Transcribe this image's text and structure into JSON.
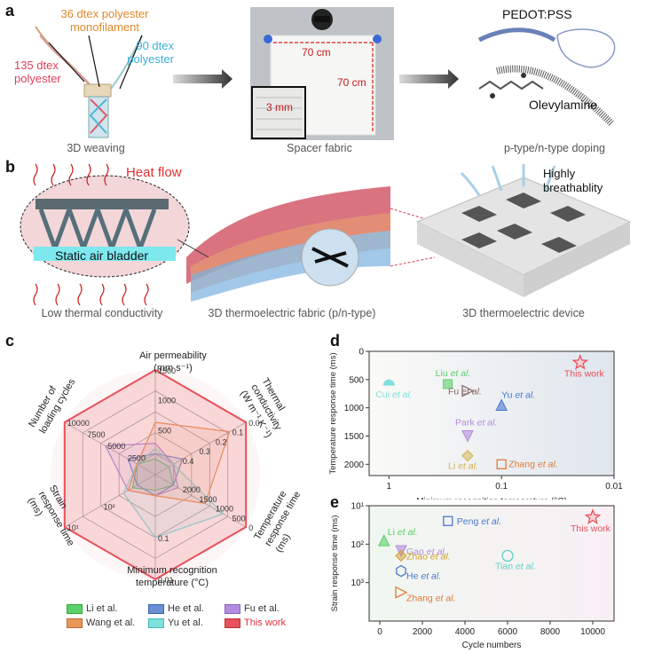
{
  "panel_labels": [
    "a",
    "b",
    "c",
    "d",
    "e"
  ],
  "panel_a": {
    "weave_labels": {
      "mono": "36 dtex polyester monofilament",
      "left": "135 dtex polyester",
      "right": "90 dtex polyester"
    },
    "width": "70 cm",
    "height": "70 cm",
    "gap": "3 mm",
    "doping_p": "PEDOT:PSS",
    "doping_n": "Olevylamine",
    "captions": [
      "3D weaving",
      "Spacer fabric",
      "p-type/n-type doping"
    ]
  },
  "panel_b": {
    "heat": "Heat flow",
    "bladder": "Static air bladder",
    "breath": "Highly breathablity",
    "captions": [
      "Low thermal conductivity",
      "3D thermoelectric fabric (p/n-type)",
      "3D thermoelectric device"
    ]
  },
  "panel_c": {
    "axes": [
      {
        "title": "Air permeability (mm s⁻¹)",
        "ticks": [
          "1500",
          "1000",
          "500"
        ]
      },
      {
        "title": "Thermal conductivity (W m⁻¹ K⁻¹)",
        "ticks": [
          "0.0",
          "0.1",
          "0.2",
          "0.3",
          "0.4"
        ]
      },
      {
        "title": "Temperature response time (ms)",
        "ticks": [
          "0",
          "500",
          "1000",
          "1500",
          "2000"
        ]
      },
      {
        "title": "Minimum recognition temperature (°C)",
        "ticks": [
          "0.01",
          "0.1"
        ]
      },
      {
        "title": "Strain response time (ms)",
        "ticks": [
          "10¹",
          "10²"
        ]
      },
      {
        "title": "Number of loading cycles",
        "ticks": [
          "10000",
          "7500",
          "5000",
          "2500"
        ]
      }
    ],
    "legend": [
      {
        "name": "Li et al.",
        "color": "#5bd16b"
      },
      {
        "name": "He et al.",
        "color": "#6b8fd6"
      },
      {
        "name": "Fu et al.",
        "color": "#b48be0"
      },
      {
        "name": "Wang et al.",
        "color": "#e8965a"
      },
      {
        "name": "Yu et al.",
        "color": "#7fe0dc"
      },
      {
        "name": "This work",
        "color": "#e8505b"
      }
    ]
  },
  "chart_data": [
    {
      "type": "radar",
      "axes": [
        "Air permeability",
        "Thermal conductivity",
        "Temperature response time",
        "Minimum recognition temperature",
        "Strain response time",
        "Number of loading cycles"
      ],
      "series": [
        {
          "name": "This work",
          "values": [
            1.0,
            1.0,
            1.0,
            1.0,
            1.0,
            1.0
          ]
        },
        {
          "name": "Wang et al.",
          "values": [
            0.5,
            0.82,
            0.55,
            0.2,
            0.3,
            0.2
          ]
        },
        {
          "name": "Yu et al.",
          "values": [
            0.25,
            0.2,
            0.75,
            0.6,
            0.35,
            0.2
          ]
        },
        {
          "name": "Fu et al.",
          "values": [
            0.3,
            0.2,
            0.25,
            0.2,
            0.3,
            0.55
          ]
        },
        {
          "name": "He et al.",
          "values": [
            0.2,
            0.3,
            0.2,
            0.2,
            0.2,
            0.3
          ]
        },
        {
          "name": "Li et al.",
          "values": [
            0.15,
            0.15,
            0.2,
            0.15,
            0.25,
            0.2
          ]
        }
      ]
    },
    {
      "type": "scatter",
      "xlabel": "Minimum recognition temperature (°C)",
      "ylabel": "Temperature response time (ms)",
      "xscale": "log-reversed",
      "xlim": [
        1.5,
        0.01
      ],
      "ylim": [
        2200,
        0
      ],
      "xticks": [
        "1",
        "0.1",
        "0.01"
      ],
      "yticks": [
        "0",
        "500",
        "1000",
        "1500",
        "2000"
      ],
      "points": [
        {
          "label": "Cui et al.",
          "x": 1,
          "y": 600,
          "marker": "semicircle",
          "color": "#7fe0dc"
        },
        {
          "label": "Liu et al.",
          "x": 0.3,
          "y": 580,
          "marker": "square-half",
          "color": "#5bd16b"
        },
        {
          "label": "Fu et al.",
          "x": 0.2,
          "y": 700,
          "marker": "triangle-right",
          "color": "#8a6a6a"
        },
        {
          "label": "Yu et al.",
          "x": 0.1,
          "y": 950,
          "marker": "triangle-up",
          "color": "#4a78d0"
        },
        {
          "label": "Park et al.",
          "x": 0.2,
          "y": 1500,
          "marker": "triangle-down",
          "color": "#b48be0"
        },
        {
          "label": "Li et al.",
          "x": 0.2,
          "y": 1850,
          "marker": "diamond",
          "color": "#d4b04a"
        },
        {
          "label": "Zhang et al.",
          "x": 0.1,
          "y": 2000,
          "marker": "square",
          "color": "#e07a3a"
        },
        {
          "label": "This work",
          "x": 0.02,
          "y": 200,
          "marker": "star",
          "color": "#e8505b"
        }
      ]
    },
    {
      "type": "scatter",
      "xlabel": "Cycle numbers",
      "ylabel": "Strain response time (ms)",
      "yscale": "log-reversed",
      "xlim": [
        -500,
        11000
      ],
      "ylim": [
        10,
        10000
      ],
      "xticks": [
        "0",
        "2000",
        "4000",
        "6000",
        "8000",
        "10000"
      ],
      "yticks": [
        "10¹",
        "10²",
        "10³"
      ],
      "points": [
        {
          "label": "Li et al.",
          "x": 200,
          "y": 80,
          "marker": "triangle-up",
          "color": "#5bd16b"
        },
        {
          "label": "Peng et al.",
          "x": 3200,
          "y": 25,
          "marker": "square",
          "color": "#4a78d0"
        },
        {
          "label": "Gao et al.",
          "x": 1000,
          "y": 150,
          "marker": "triangle-down",
          "color": "#b48be0"
        },
        {
          "label": "Zhao et al.",
          "x": 1000,
          "y": 200,
          "marker": "diamond",
          "color": "#d4a030"
        },
        {
          "label": "He et al.",
          "x": 1000,
          "y": 500,
          "marker": "hexagon",
          "color": "#4a78d0"
        },
        {
          "label": "Tian et al.",
          "x": 6000,
          "y": 200,
          "marker": "circle",
          "color": "#5bd1c8"
        },
        {
          "label": "Zhang et al.",
          "x": 1000,
          "y": 1800,
          "marker": "triangle-right",
          "color": "#e07a3a"
        },
        {
          "label": "This work",
          "x": 10000,
          "y": 20,
          "marker": "star",
          "color": "#e8505b"
        }
      ]
    }
  ]
}
